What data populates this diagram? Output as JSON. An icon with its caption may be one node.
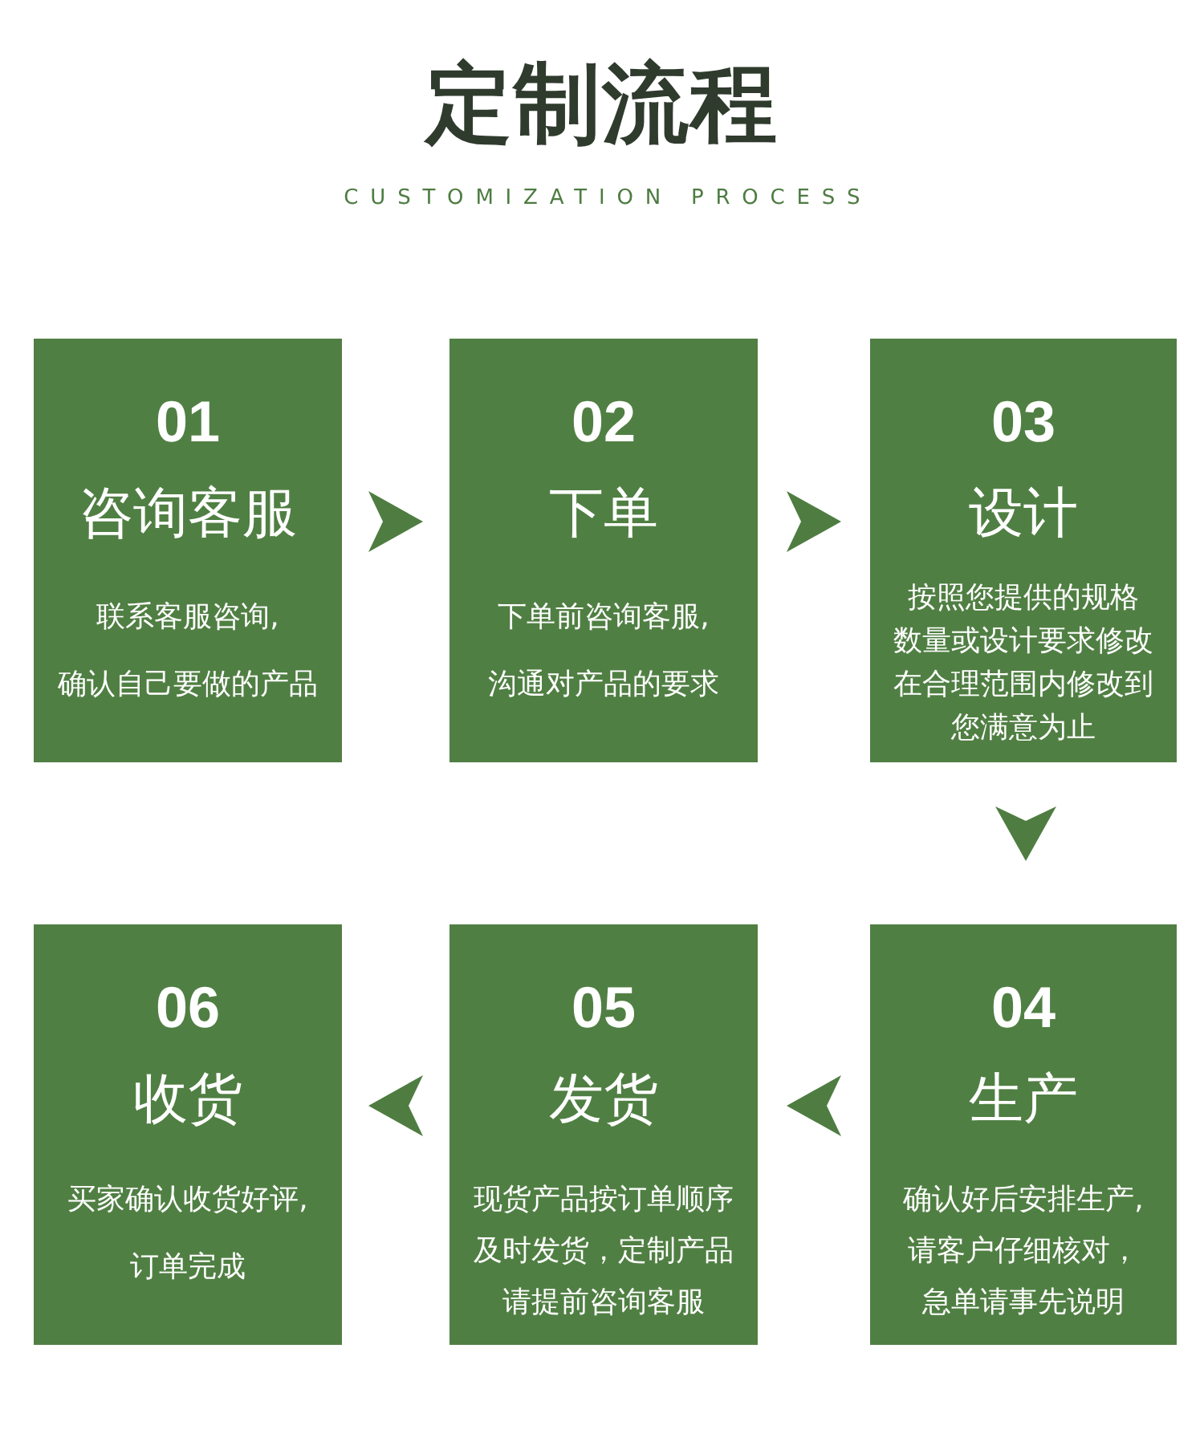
{
  "diagram": {
    "title": "定制流程",
    "nodes": [
      {
        "text": [
          "01",
          "咨询客服",
          "联系客服咨询,确认自己要做的产品"
        ]
      },
      {
        "text": [
          "02",
          "下单",
          "下单前咨询客服,沟通对产品的要求"
        ]
      },
      {
        "text": [
          "03",
          "设计",
          "按照您提供的规格数量或设计要求修改在合理范围内修改到您满意为止"
        ]
      },
      {
        "text": [
          "04",
          "生产",
          "确认好后安排生产,请客户仔细核对，急单请事先说明"
        ]
      },
      {
        "text": [
          "05",
          "发货",
          "现货产品按订单顺序及时发货，定制产品请提前咨询客服"
        ]
      },
      {
        "text": [
          "06",
          "收货",
          "买家确认收货好评,订单完成"
        ]
      }
    ],
    "edges": [
      {
        "from": 0,
        "to": 1,
        "arrow": "to"
      },
      {
        "from": 1,
        "to": 2,
        "arrow": "to"
      },
      {
        "from": 2,
        "to": 3,
        "arrow": "to"
      },
      {
        "from": 3,
        "to": 4,
        "arrow": "to"
      },
      {
        "from": 4,
        "to": 5,
        "arrow": "to"
      }
    ],
    "labels": [
      "CUSTOMIZATION PROCESS"
    ]
  }
}
